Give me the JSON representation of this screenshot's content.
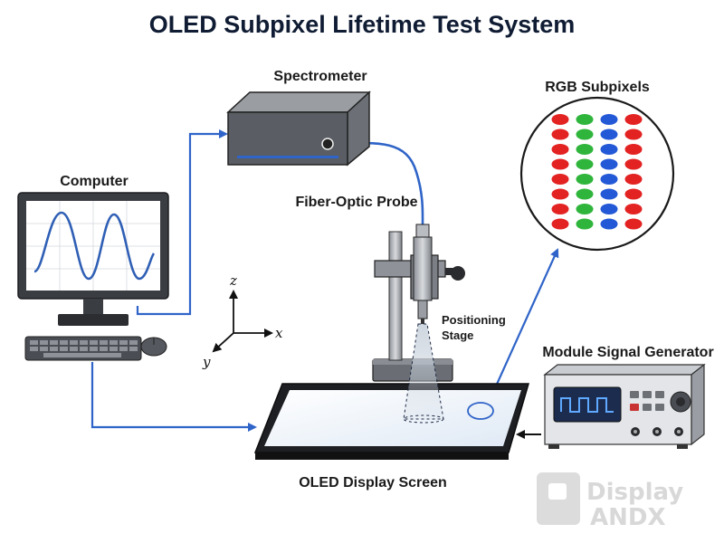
{
  "title": "OLED Subpixel Lifetime Test System",
  "labels": {
    "spectrometer": "Spectrometer",
    "computer": "Computer",
    "fiber_probe": "Fiber-Optic Probe",
    "positioning_stage_line1": "Positioning",
    "positioning_stage_line2": "Stage",
    "rgb_subpixels": "RGB Subpixels",
    "signal_generator": "Module Signal Generator",
    "display": "OLED Display Screen"
  },
  "axes": {
    "x": "x",
    "y": "y",
    "z": "z"
  },
  "watermark": {
    "line1": "Display",
    "line2": "ANDX"
  },
  "subpixel_grid": {
    "columns": [
      "red",
      "green",
      "blue",
      "red"
    ],
    "rows": 8
  },
  "colors": {
    "connector": "#2f64c8",
    "red": "#e32222",
    "green": "#2fb53c",
    "blue": "#2359d6",
    "title": "#101c33"
  }
}
